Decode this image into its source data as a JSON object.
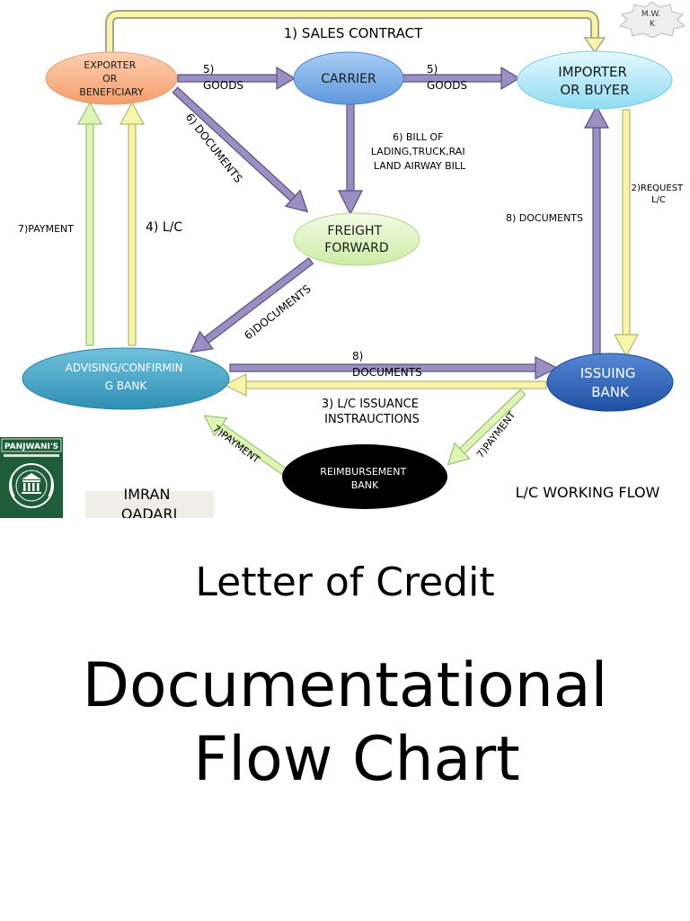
{
  "nodes": {
    "exporter": [
      "EXPORTER",
      "OR",
      "BENEFICIARY"
    ],
    "carrier": [
      "CARRIER"
    ],
    "importer": [
      "IMPORTER",
      "OR BUYER"
    ],
    "freight": [
      "FREIGHT",
      "FORWARD"
    ],
    "advising": [
      "ADVISING/CONFIRMIN",
      "G BANK"
    ],
    "issuing": [
      "ISSUING",
      "BANK"
    ],
    "reimbursement": [
      "REIMBURSEMENT",
      "BANK"
    ]
  },
  "labels": {
    "sales_contract": "1) SALES CONTRACT",
    "goods_1": [
      "5)",
      "GOODS"
    ],
    "goods_2": [
      "5)",
      "GOODS"
    ],
    "documents_exp_ff": "6) DOCUMENTS",
    "bill_of_lading": [
      "6) BILL OF",
      "LADING,TRUCK,RAI",
      "LAND AIRWAY BILL"
    ],
    "request_lc": [
      "2)REQUEST",
      "L/C"
    ],
    "documents_issuing_importer": "8) DOCUMENTS",
    "payment_adv_exp": "7)PAYMENT",
    "lc_adv_exp": "4) L/C",
    "documents_ff_adv": "6)DOCUMENTS",
    "documents_adv_issuing": [
      "8)",
      "DOCUMENTS"
    ],
    "lc_issuance": [
      "3) L/C ISSUANCE",
      "INSTRAUCTIONS"
    ],
    "payment_reimb_adv": "7)PAYMENT",
    "payment_issuing_reimb": "7)PAYMENT",
    "workflow": "L/C WORKING FLOW"
  },
  "badge": [
    "M.W.",
    "K"
  ],
  "author": [
    "IMRAN",
    "QADARI"
  ],
  "logo_text": "PANJWANI'S",
  "caption": {
    "title": "Letter of Credit",
    "main": [
      "Documentational",
      "Flow Chart"
    ]
  },
  "colors": {
    "exporter": "#f9b58a",
    "carrier": "#7fb2ea",
    "importer": "#b8ecf9",
    "freight": "#e0f5c2",
    "advising": "#4baac8",
    "issuing": "#3168bf",
    "reimbursement": "#000000",
    "purple_arrow": "#9a8fc0",
    "yellow_arrow": "#f7f5a8",
    "green_arrow": "#ddf4b4"
  }
}
